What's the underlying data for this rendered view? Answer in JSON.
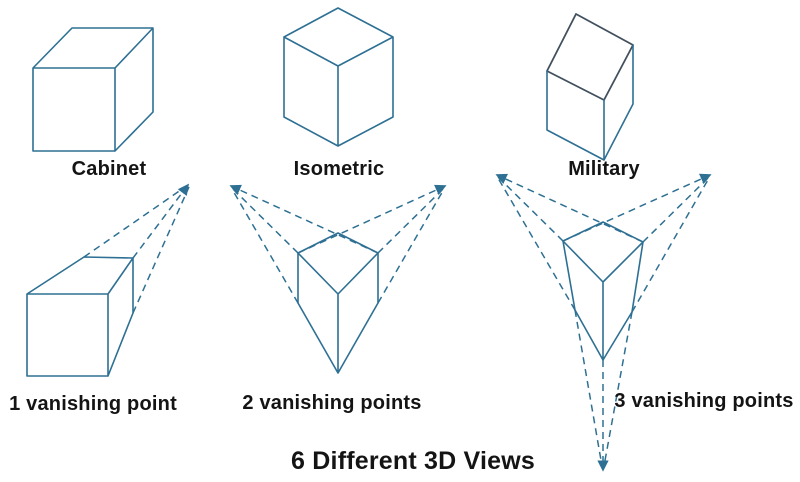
{
  "title": "6 Different 3D Views",
  "colors": {
    "line": "#2e7093",
    "military_top": "#42505e",
    "label": "#141414",
    "background": "#ffffff"
  },
  "figures": [
    {
      "id": "cabinet",
      "label": "Cabinet"
    },
    {
      "id": "isometric",
      "label": "Isometric"
    },
    {
      "id": "military",
      "label": "Military"
    },
    {
      "id": "one-point",
      "label": "1 vanishing point"
    },
    {
      "id": "two-point",
      "label": "2 vanishing points"
    },
    {
      "id": "three-point",
      "label": "3 vanishing points"
    }
  ]
}
